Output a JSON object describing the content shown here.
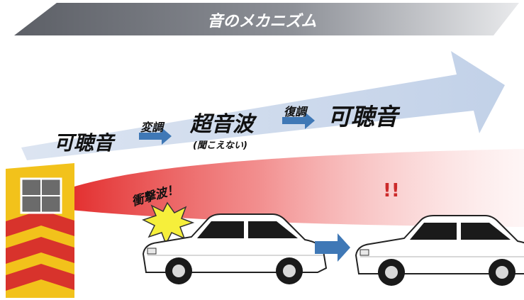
{
  "header": {
    "title": "音のメカニズム"
  },
  "flow": {
    "audible_left": "可聴音",
    "modulation": "変調",
    "ultrasonic": "超音波",
    "ultrasonic_note": "(聞こえない)",
    "demodulation": "復調",
    "audible_right": "可聴音"
  },
  "scene": {
    "shockwave": "衝撃波！",
    "surprise": "!!"
  },
  "colors": {
    "header_band": "#7c7f86",
    "flow_arrow": "#c5d4ea",
    "beam": "#e43a3a",
    "step_arrow": "#3f78b6",
    "device_body": "#f2c21b",
    "device_stripe": "#d8332c",
    "shock_burst": "#f6ef3b"
  },
  "icons": [
    "speaker-device-icon",
    "car-icon",
    "shock-burst-icon",
    "right-arrow-icon"
  ]
}
